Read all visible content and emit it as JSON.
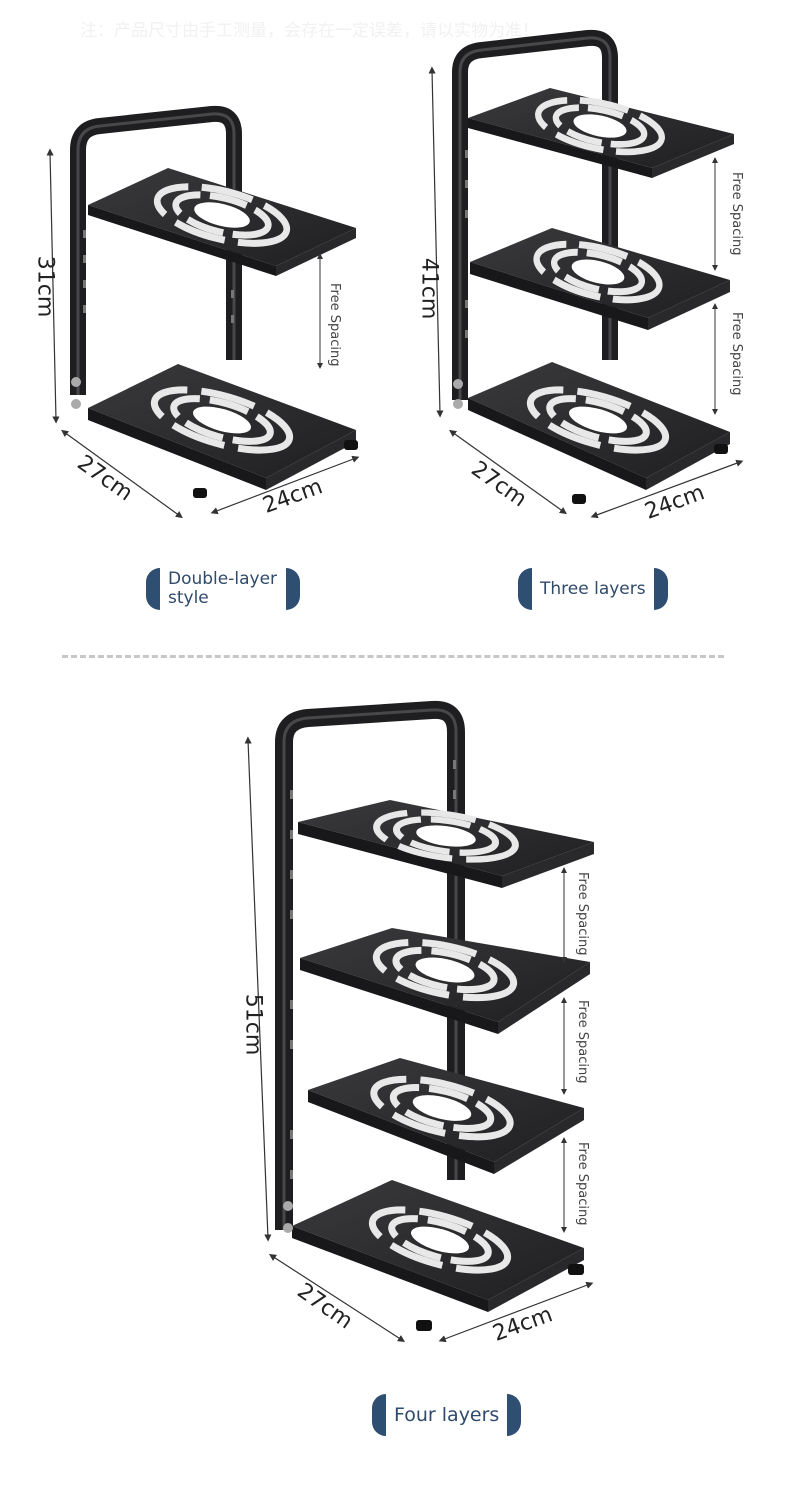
{
  "header_note": "注：产品尺寸由手工测量，会存在一定误差，请以实物为准！",
  "products": [
    {
      "name": "Double-layer style",
      "height": "31cm",
      "depth": "27cm",
      "width": "24cm",
      "spacing_labels": [
        "Free Spacing"
      ]
    },
    {
      "name": "Three layers",
      "height": "41cm",
      "depth": "27cm",
      "width": "24cm",
      "spacing_labels": [
        "Free Spacing",
        "Free Spacing"
      ]
    },
    {
      "name": "Four layers",
      "height": "51cm",
      "depth": "27cm",
      "width": "24cm",
      "spacing_labels": [
        "Free Spacing",
        "Free Spacing",
        "Free Spacing"
      ]
    }
  ],
  "colors": {
    "rack": "#2b2b2d",
    "rack_edge": "#4a4a4d",
    "badge_accent": "#2e4e72",
    "badge_text": "#2f4a6a"
  }
}
